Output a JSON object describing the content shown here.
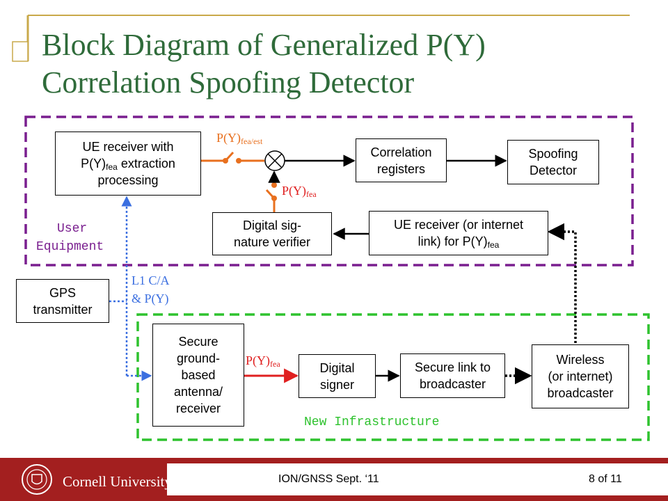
{
  "slide": {
    "title_line1": "Block Diagram of Generalized P(Y)",
    "title_line2": "Correlation Spoofing Detector"
  },
  "colors": {
    "title": "#2f6b3a",
    "frame_gold": "#c9a94a",
    "user_equipment_border": "#7a1f8f",
    "infrastructure_border": "#2ec22e",
    "orange_path": "#e8701f",
    "red_path": "#e02020",
    "blue_signal": "#3b6fe0",
    "footer": "#a31f1f"
  },
  "blocks": {
    "ue_receiver": {
      "line1": "UE receiver with",
      "line2_pre": "P(Y)",
      "line2_sub": "fea",
      "line2_post": " extraction",
      "line3": "processing"
    },
    "correlation_registers": {
      "line1": "Correlation",
      "line2": "registers"
    },
    "spoofing_detector": {
      "line1": "Spoofing",
      "line2": "Detector"
    },
    "signature_verifier": {
      "line1": "Digital sig-",
      "line2": "nature verifier"
    },
    "ue_link": {
      "line1": "UE receiver (or internet",
      "line2_pre": "link) for P(Y)",
      "line2_sub": "fea"
    },
    "gps_transmitter": {
      "line1": "GPS",
      "line2": "transmitter"
    },
    "ground_antenna": {
      "line1": "Secure",
      "line2": "ground-",
      "line3": "based",
      "line4": "antenna/",
      "line5": "receiver"
    },
    "digital_signer": {
      "line1": "Digital",
      "line2": "signer"
    },
    "secure_link": {
      "line1": "Secure link to",
      "line2": "broadcaster"
    },
    "broadcaster": {
      "line1": "Wireless",
      "line2": "(or internet)",
      "line3": "broadcaster"
    }
  },
  "labels": {
    "pfea_est": {
      "base": "P(Y)",
      "sub": "fea/est"
    },
    "pfea_verifier": {
      "base": "P(Y)",
      "sub": "fea"
    },
    "pfea_signer": {
      "base": "P(Y)",
      "sub": "fea"
    },
    "l1_line1": "L1 C/A",
    "l1_line2": "& P(Y)",
    "user_line1": "User",
    "user_line2": "Equipment",
    "new_infrastructure": "New Infrastructure"
  },
  "footer": {
    "university": "Cornell University",
    "conference": "ION/GNSS Sept. ‘11",
    "page": "8 of 11"
  }
}
